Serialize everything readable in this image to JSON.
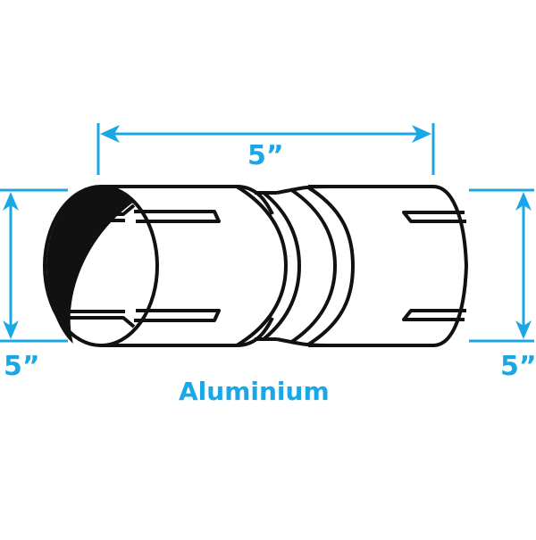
{
  "diagram": {
    "subject": "slotted exhaust pipe connector",
    "dimensions": {
      "length_label": "5”",
      "left_diameter_label": "5”",
      "right_diameter_label": "5”"
    },
    "material_label": "Aluminium",
    "colors": {
      "accent": "#1aa7e6",
      "outline": "#111111",
      "background": "#ffffff"
    }
  }
}
